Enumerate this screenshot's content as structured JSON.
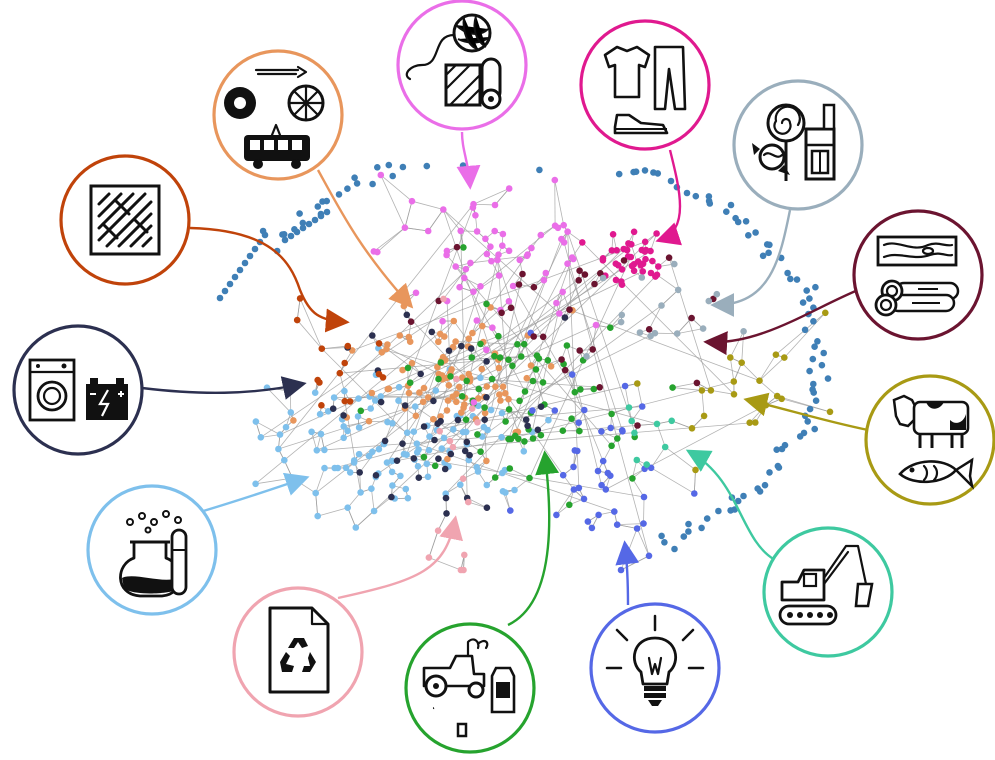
{
  "diagram": {
    "clusters": [
      {
        "id": "steel",
        "icon": "steel-plate-icon",
        "color": "#c0430a"
      },
      {
        "id": "vehicles",
        "icon": "vehicles-icon",
        "color": "#e8965c"
      },
      {
        "id": "textiles",
        "icon": "yarn-fabric-icon",
        "color": "#ea6ee8"
      },
      {
        "id": "apparel",
        "icon": "clothing-icon",
        "color": "#e0198f"
      },
      {
        "id": "foodstuffs",
        "icon": "candy-icon",
        "color": "#9aaebc"
      },
      {
        "id": "wood",
        "icon": "wood-logs-icon",
        "color": "#6b1430"
      },
      {
        "id": "animal",
        "icon": "animal-fish-icon",
        "color": "#a89a14"
      },
      {
        "id": "machinery",
        "icon": "excavator-icon",
        "color": "#3ec9a0"
      },
      {
        "id": "electrical",
        "icon": "light-bulb-icon",
        "color": "#5568e6"
      },
      {
        "id": "agriculture",
        "icon": "agriculture-icon",
        "color": "#26a32e"
      },
      {
        "id": "paper",
        "icon": "recycled-paper-icon",
        "color": "#f0a4b0"
      },
      {
        "id": "chemicals",
        "icon": "chemistry-icon",
        "color": "#7ec0ec"
      },
      {
        "id": "appliances",
        "icon": "appliances-icon",
        "color": "#2c3050"
      }
    ],
    "peripheral_color": "#3f7fb6",
    "edge_color": "#9a9a9a"
  }
}
